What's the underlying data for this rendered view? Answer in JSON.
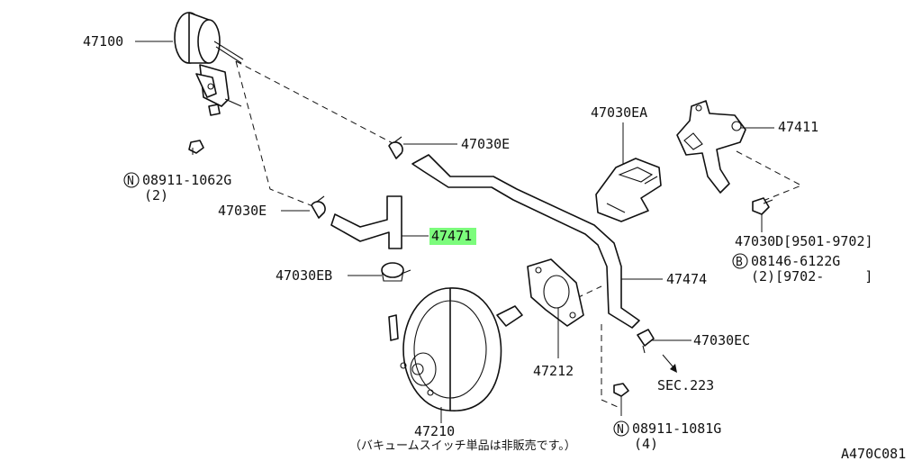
{
  "callouts": {
    "p47100": "47100",
    "p47030e_top": "47030E",
    "p47030e_left": "47030E",
    "p47471": "47471",
    "p47030eb": "47030EB",
    "p47030ea": "47030EA",
    "p47411": "47411",
    "p47474": "47474",
    "p47030ec": "47030EC",
    "p47212": "47212",
    "p47210": "47210",
    "sec223": "SEC.223",
    "p47030d": "47030D[9501-9702]",
    "n_08911_1062g": "08911-1062G",
    "n_08911_1062g_qty": "(2)",
    "b_08146_6122g": "08146-6122G",
    "b_08146_6122g_qty": "(2)[9702-     ]",
    "n_08911_1081g": "08911-1081G",
    "n_08911_1081g_qty": "(4)",
    "note": "（バキュームスイッチ単品は非販売です。）",
    "diagram_code": "A470C081"
  },
  "symbols": {
    "nut_mark": "N",
    "bolt_mark": "B"
  },
  "highlight": {
    "part": "47471",
    "color": "#7CFC7C"
  }
}
